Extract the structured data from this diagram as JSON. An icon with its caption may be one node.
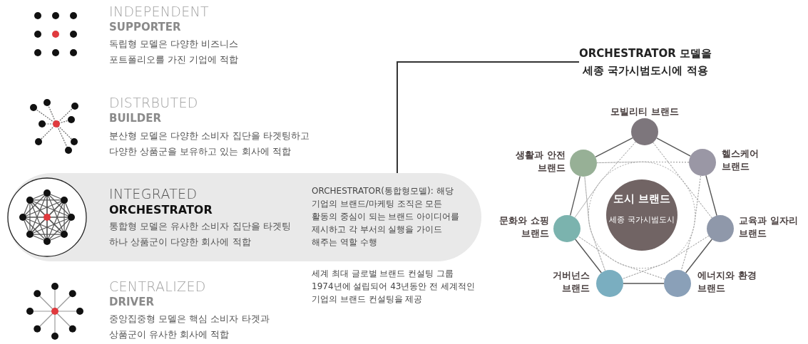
{
  "diagram": {
    "nodes": [
      {
        "text": [
          "INTEGRATED",
          "ORCHESTRATOR",
          "통합형 모델은 유사한 소비자 집단을 타겟팅 하나 상품군이 다양한 회사에 적합",
          "ORCHESTRATOR(통합형모델): 해당 기업의 브랜드/마케팅 조직은 모든 활동의 중심이 되는 브랜드 아이디어를 제시하고 각 부서의 실행을 가이드 해주는 역할 수행"
        ]
      },
      {
        "text": [
          "ORCHESTRATOR 모델을 세종 국가시범도시에 적용"
        ]
      },
      {
        "text": [
          "도시 브랜드",
          "세종 국가시범도시"
        ]
      },
      {
        "text": [],
        "shape": "circle",
        "beside": [
          "모빌리티 브랜드"
        ]
      },
      {
        "text": [],
        "shape": "circle",
        "beside": [
          "헬스케어 브랜드"
        ]
      },
      {
        "text": [],
        "shape": "circle",
        "beside": [
          "교육과 일자리 브랜드"
        ]
      },
      {
        "text": [],
        "shape": "circle",
        "beside": [
          "에너지와 환경 브랜드"
        ]
      },
      {
        "text": [],
        "shape": "circle",
        "beside": [
          "거버넌스 브랜드"
        ]
      },
      {
        "text": [],
        "shape": "circle",
        "beside": [
          "문화와 쇼핑 브랜드"
        ]
      },
      {
        "text": [],
        "shape": "circle",
        "beside": [
          "생활과 안전 브랜드"
        ]
      }
    ],
    "edges": [
      {
        "from": 0,
        "to": 1,
        "arrow": "none",
        "color": "#333333"
      },
      {
        "from": 3,
        "to": 4,
        "arrow": "none",
        "color": "#555555"
      },
      {
        "from": 4,
        "to": 5,
        "arrow": "none",
        "color": "#555555"
      },
      {
        "from": 5,
        "to": 6,
        "arrow": "none",
        "color": "#555555"
      },
      {
        "from": 6,
        "to": 7,
        "arrow": "none",
        "color": "#555555"
      },
      {
        "from": 7,
        "to": 8,
        "arrow": "none",
        "color": "#555555"
      },
      {
        "from": 8,
        "to": 9,
        "arrow": "none",
        "color": "#555555"
      },
      {
        "from": 9,
        "to": 3,
        "arrow": "none",
        "color": "#555555"
      },
      {
        "from": 3,
        "to": 5,
        "arrow": "none",
        "style": "dashed"
      },
      {
        "from": 3,
        "to": 6,
        "arrow": "none",
        "style": "dashed"
      },
      {
        "from": 3,
        "to": 7,
        "arrow": "none",
        "style": "dashed"
      },
      {
        "from": 3,
        "to": 8,
        "arrow": "none",
        "style": "dashed"
      },
      {
        "from": 4,
        "to": 6,
        "arrow": "none",
        "style": "dashed"
      },
      {
        "from": 4,
        "to": 7,
        "arrow": "none",
        "style": "dashed"
      },
      {
        "from": 4,
        "to": 8,
        "arrow": "none",
        "style": "dashed"
      },
      {
        "from": 4,
        "to": 9,
        "arrow": "none",
        "style": "dashed"
      },
      {
        "from": 5,
        "to": 7,
        "arrow": "none",
        "style": "dashed"
      },
      {
        "from": 5,
        "to": 8,
        "arrow": "none",
        "style": "dashed"
      },
      {
        "from": 5,
        "to": 9,
        "arrow": "none",
        "style": "dashed"
      },
      {
        "from": 6,
        "to": 8,
        "arrow": "none",
        "style": "dashed"
      },
      {
        "from": 6,
        "to": 9,
        "arrow": "none",
        "style": "dashed"
      },
      {
        "from": 7,
        "to": 9,
        "arrow": "none",
        "style": "dashed"
      }
    ],
    "labels": [
      "INDEPENDENT",
      "SUPPORTER",
      "독립형 모델은 다양한 비즈니스 포트폴리오를 가진 기업에 적합",
      "DISTRBUTED",
      "BUILDER",
      "분산형 모델은 다양한 소비자 집단을 타겟팅하고 다양한 상품군을 보유하고 있는 회사에 적합",
      "CENTRALIZED",
      "DRIVER",
      "중앙집중형 모델은 핵심 소비자 타겟과 상품군이 유사한 회사에 적합",
      "세계 최대 글로벌 브랜드 컨설팅 그룹 1974년에 설립되어 43년동안 전 세계적인 기업의 브랜드 컨설팅을 제공"
    ]
  }
}
